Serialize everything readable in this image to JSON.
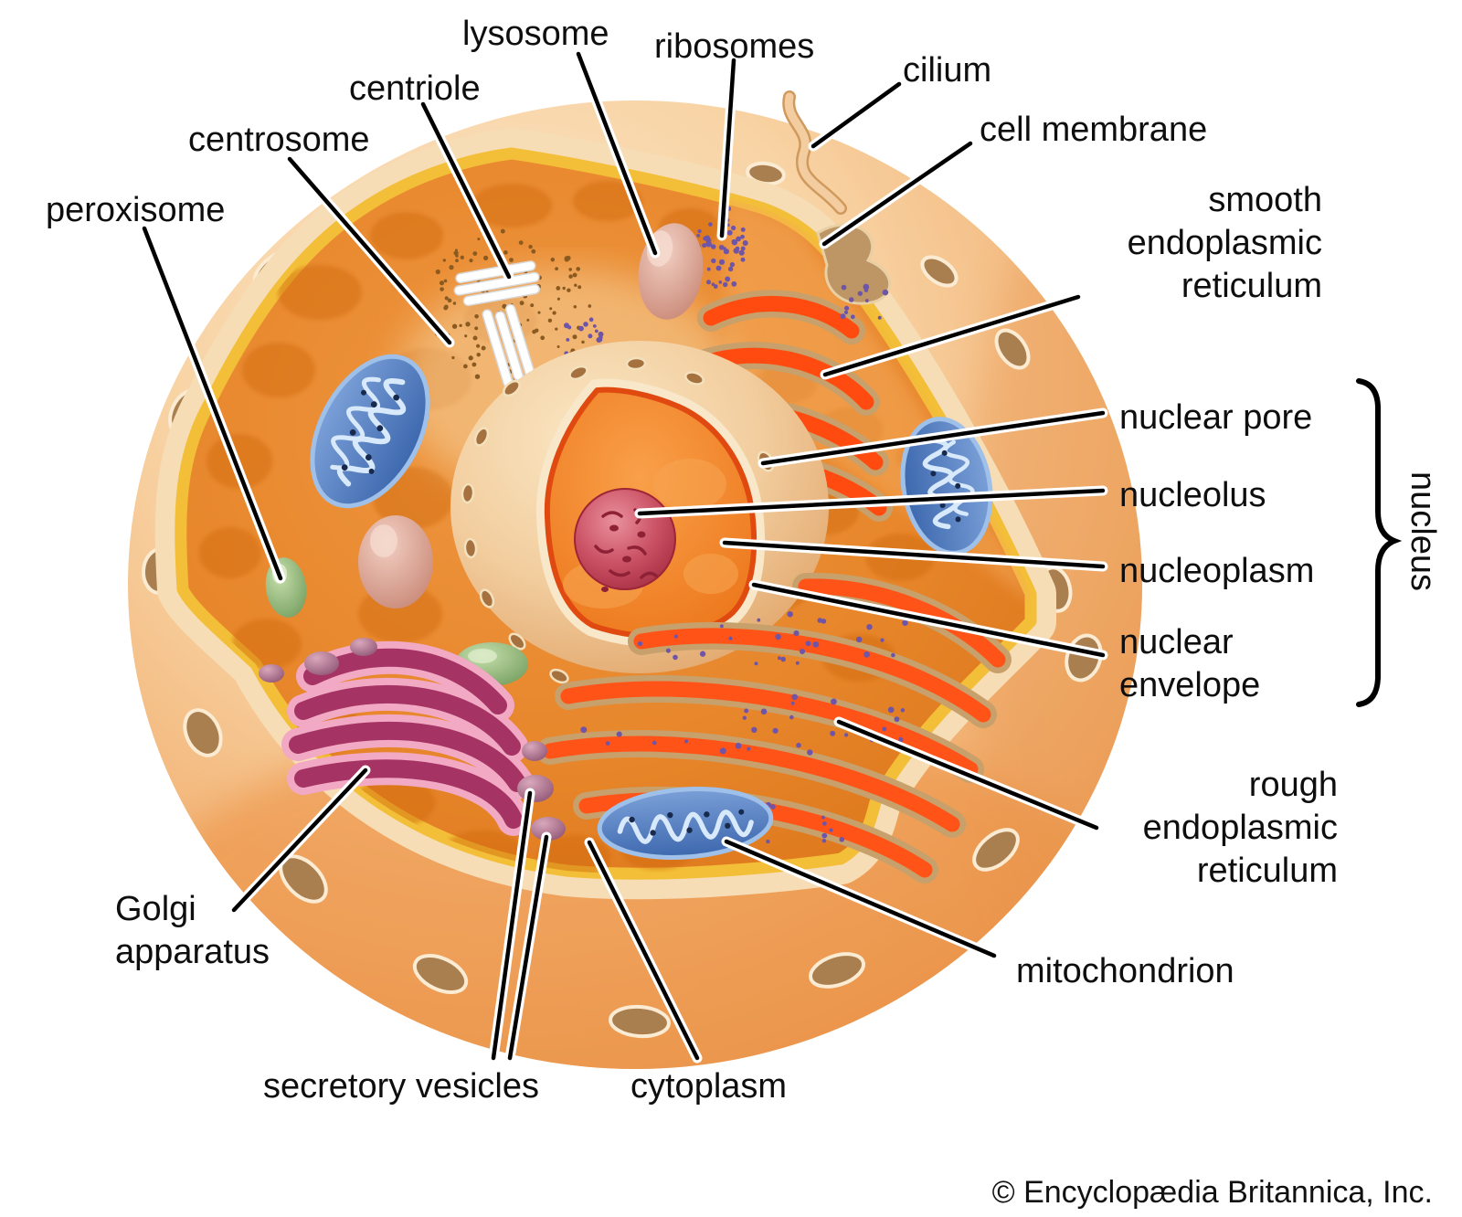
{
  "figure": {
    "type": "biology-diagram",
    "subject": "animal cell cutaway",
    "copyright": "© Encyclopædia Britannica, Inc."
  },
  "labels": {
    "lysosome": "lysosome",
    "ribosomes": "ribosomes",
    "cilium": "cilium",
    "centriole": "centriole",
    "centrosome": "centrosome",
    "cell_membrane": "cell membrane",
    "smooth_er_line1": "smooth",
    "smooth_er_line2": "endoplasmic",
    "smooth_er_line3": "reticulum",
    "peroxisome": "peroxisome",
    "nuclear_pore": "nuclear pore",
    "nucleolus": "nucleolus",
    "nucleoplasm": "nucleoplasm",
    "nuclear_envelope_line1": "nuclear",
    "nuclear_envelope_line2": "envelope",
    "nucleus": "nucleus",
    "rough_er_line1": "rough",
    "rough_er_line2": "endoplasmic",
    "rough_er_line3": "reticulum",
    "mitochondrion": "mitochondrion",
    "golgi_line1": "Golgi",
    "golgi_line2": "apparatus",
    "secretory_vesicles": "secretory vesicles",
    "cytoplasm": "cytoplasm"
  },
  "colors": {
    "background": "#ffffff",
    "membrane_peach": "#F4C492",
    "cut_band_cream": "#F6DDB5",
    "inner_membrane_yellow": "#F3BE38",
    "cytoplasm_orange": "#E8872C",
    "nucleus_envelope_cream": "#F2CD9E",
    "nucleoplasm_orange": "#F08A2E",
    "nuclear_envelope_red": "#E04A10",
    "nucleolus_red": "#C04055",
    "mitochondrion_blue": "#4A74BC",
    "er_red_orange": "#FF5317",
    "er_casing_tan": "#C7A06B",
    "ribosome_purple": "#6F55A8",
    "golgi_magenta": "#A53364",
    "golgi_rim_pink": "#F2A9C4",
    "vesicle_mauve": "#A9647F",
    "peroxisome_green": "#8DB97E",
    "lysosome_pink": "#D9A08F",
    "centrosome_dot_brown": "#8A5A20",
    "leader_line": "#000000",
    "label_text": "#0e0e0e"
  }
}
